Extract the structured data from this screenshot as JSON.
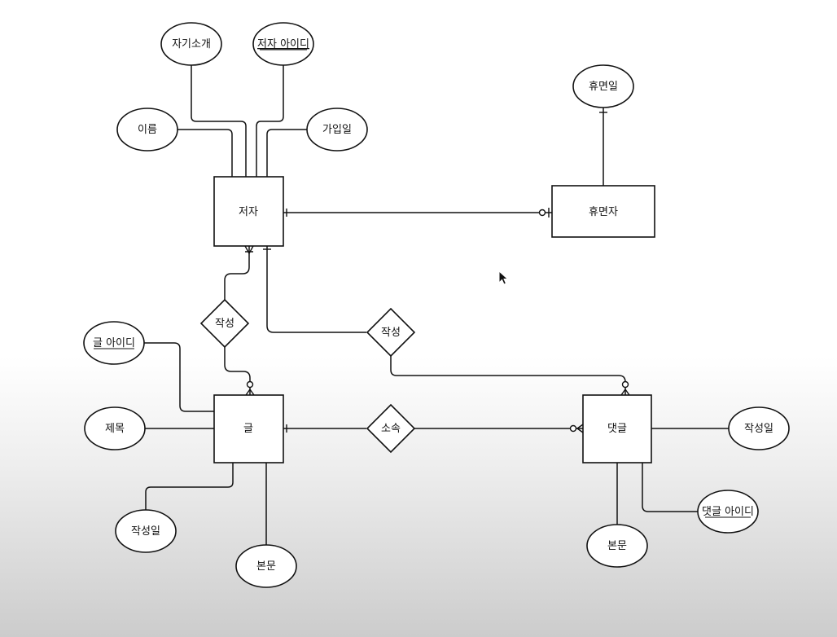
{
  "diagram": {
    "entities": {
      "author": "저자",
      "dormant": "휴면자",
      "post": "글",
      "comment": "댓글"
    },
    "relationships": {
      "writes_post": "작성",
      "writes_comment": "작성",
      "belongs": "소속"
    },
    "attributes": {
      "author_intro": "자기소개",
      "author_id": "저자 아이디",
      "author_name": "이름",
      "author_joined": "가입일",
      "dormant_date": "휴면일",
      "post_id": "글 아이디",
      "post_title": "제목",
      "post_date": "작성일",
      "post_body": "본문",
      "comment_date": "작성일",
      "comment_id": "댓글 아이디",
      "comment_body": "본문"
    }
  }
}
